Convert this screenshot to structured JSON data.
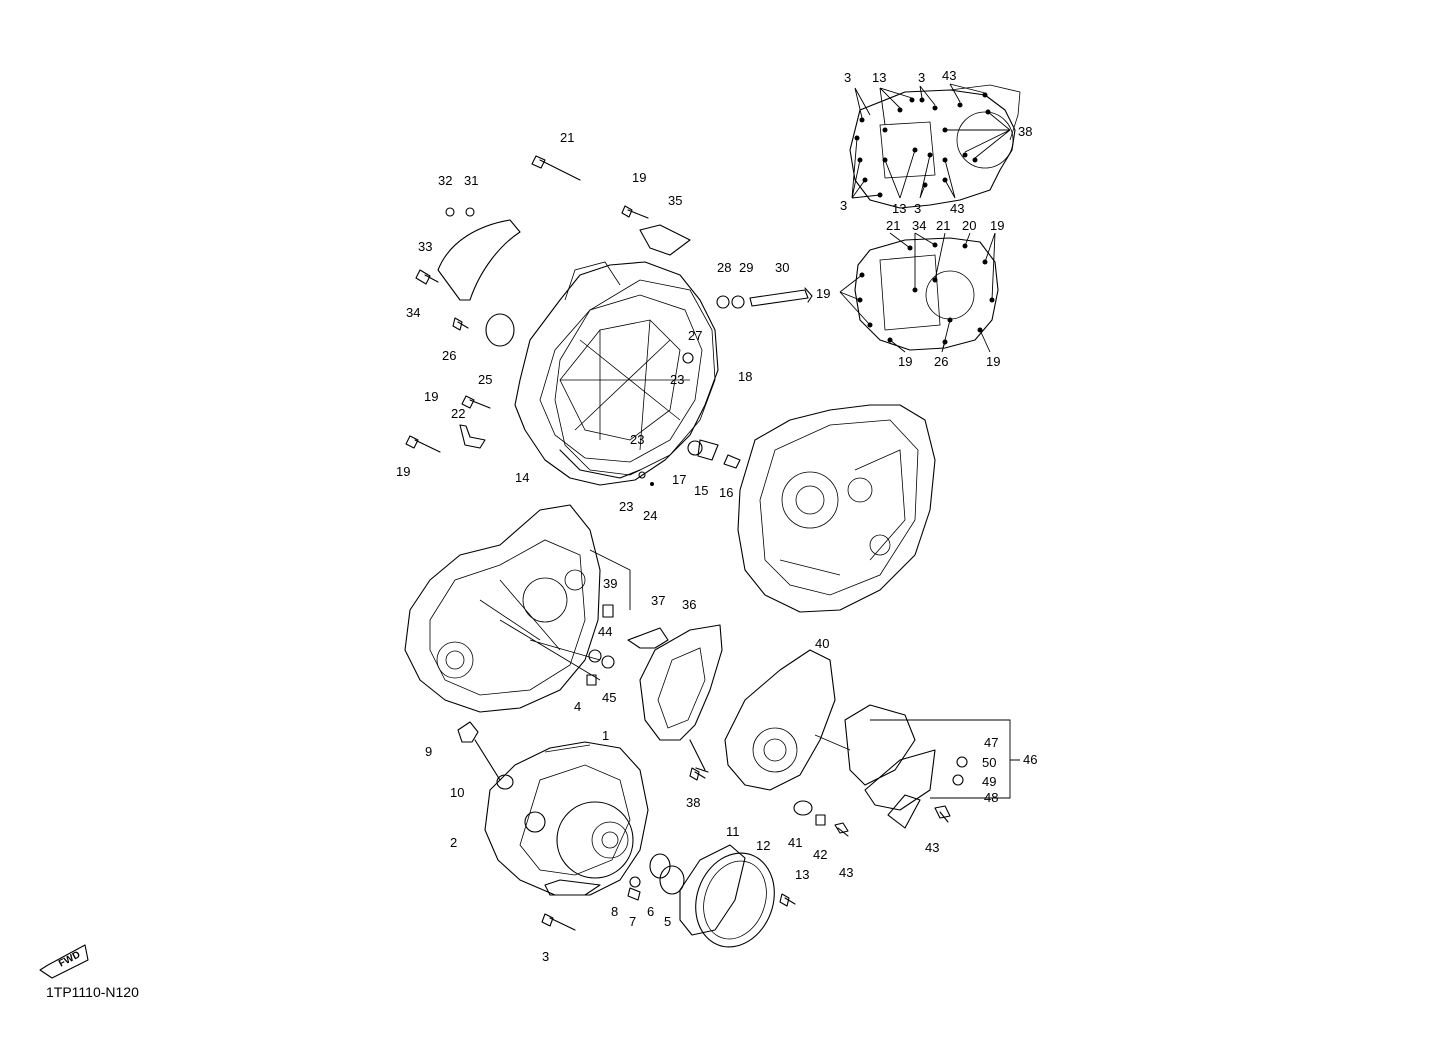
{
  "diagram": {
    "code": "1TP1110-N120",
    "fwd_label": "FWD",
    "callouts": [
      {
        "id": "c1",
        "label": "3"
      },
      {
        "id": "c2",
        "label": "13"
      },
      {
        "id": "c3",
        "label": "3"
      },
      {
        "id": "c4",
        "label": "43"
      },
      {
        "id": "c5",
        "label": "38"
      },
      {
        "id": "c6",
        "label": "3"
      },
      {
        "id": "c7",
        "label": "13"
      },
      {
        "id": "c8",
        "label": "3"
      },
      {
        "id": "c9",
        "label": "43"
      },
      {
        "id": "c10",
        "label": "21"
      },
      {
        "id": "c11",
        "label": "34"
      },
      {
        "id": "c12",
        "label": "21"
      },
      {
        "id": "c13",
        "label": "20"
      },
      {
        "id": "c14",
        "label": "19"
      },
      {
        "id": "c15",
        "label": "19"
      },
      {
        "id": "c16",
        "label": "19"
      },
      {
        "id": "c17",
        "label": "26"
      },
      {
        "id": "c18",
        "label": "19"
      },
      {
        "id": "c19",
        "label": "21"
      },
      {
        "id": "c20",
        "label": "32"
      },
      {
        "id": "c21",
        "label": "31"
      },
      {
        "id": "c22",
        "label": "19"
      },
      {
        "id": "c23",
        "label": "35"
      },
      {
        "id": "c24",
        "label": "33"
      },
      {
        "id": "c25",
        "label": "28"
      },
      {
        "id": "c26",
        "label": "29"
      },
      {
        "id": "c27",
        "label": "30"
      },
      {
        "id": "c28",
        "label": "34"
      },
      {
        "id": "c29",
        "label": "26"
      },
      {
        "id": "c30",
        "label": "25"
      },
      {
        "id": "c31",
        "label": "27"
      },
      {
        "id": "c32",
        "label": "23"
      },
      {
        "id": "c33",
        "label": "18"
      },
      {
        "id": "c34",
        "label": "19"
      },
      {
        "id": "c35",
        "label": "22"
      },
      {
        "id": "c36",
        "label": "23"
      },
      {
        "id": "c37",
        "label": "19"
      },
      {
        "id": "c38",
        "label": "14"
      },
      {
        "id": "c39",
        "label": "17"
      },
      {
        "id": "c40",
        "label": "15"
      },
      {
        "id": "c41",
        "label": "16"
      },
      {
        "id": "c42",
        "label": "23"
      },
      {
        "id": "c43",
        "label": "24"
      },
      {
        "id": "c44",
        "label": "39"
      },
      {
        "id": "c45",
        "label": "37"
      },
      {
        "id": "c46",
        "label": "36"
      },
      {
        "id": "c47",
        "label": "44"
      },
      {
        "id": "c48",
        "label": "45"
      },
      {
        "id": "c49",
        "label": "4"
      },
      {
        "id": "c50",
        "label": "40"
      },
      {
        "id": "c51",
        "label": "9"
      },
      {
        "id": "c52",
        "label": "1"
      },
      {
        "id": "c53",
        "label": "10"
      },
      {
        "id": "c54",
        "label": "47"
      },
      {
        "id": "c55",
        "label": "50"
      },
      {
        "id": "c56",
        "label": "46"
      },
      {
        "id": "c57",
        "label": "49"
      },
      {
        "id": "c58",
        "label": "48"
      },
      {
        "id": "c59",
        "label": "38"
      },
      {
        "id": "c60",
        "label": "2"
      },
      {
        "id": "c61",
        "label": "11"
      },
      {
        "id": "c62",
        "label": "41"
      },
      {
        "id": "c63",
        "label": "42"
      },
      {
        "id": "c64",
        "label": "43"
      },
      {
        "id": "c65",
        "label": "12"
      },
      {
        "id": "c66",
        "label": "43"
      },
      {
        "id": "c67",
        "label": "13"
      },
      {
        "id": "c68",
        "label": "8"
      },
      {
        "id": "c69",
        "label": "6"
      },
      {
        "id": "c70",
        "label": "7"
      },
      {
        "id": "c71",
        "label": "5"
      },
      {
        "id": "c72",
        "label": "3"
      }
    ]
  }
}
